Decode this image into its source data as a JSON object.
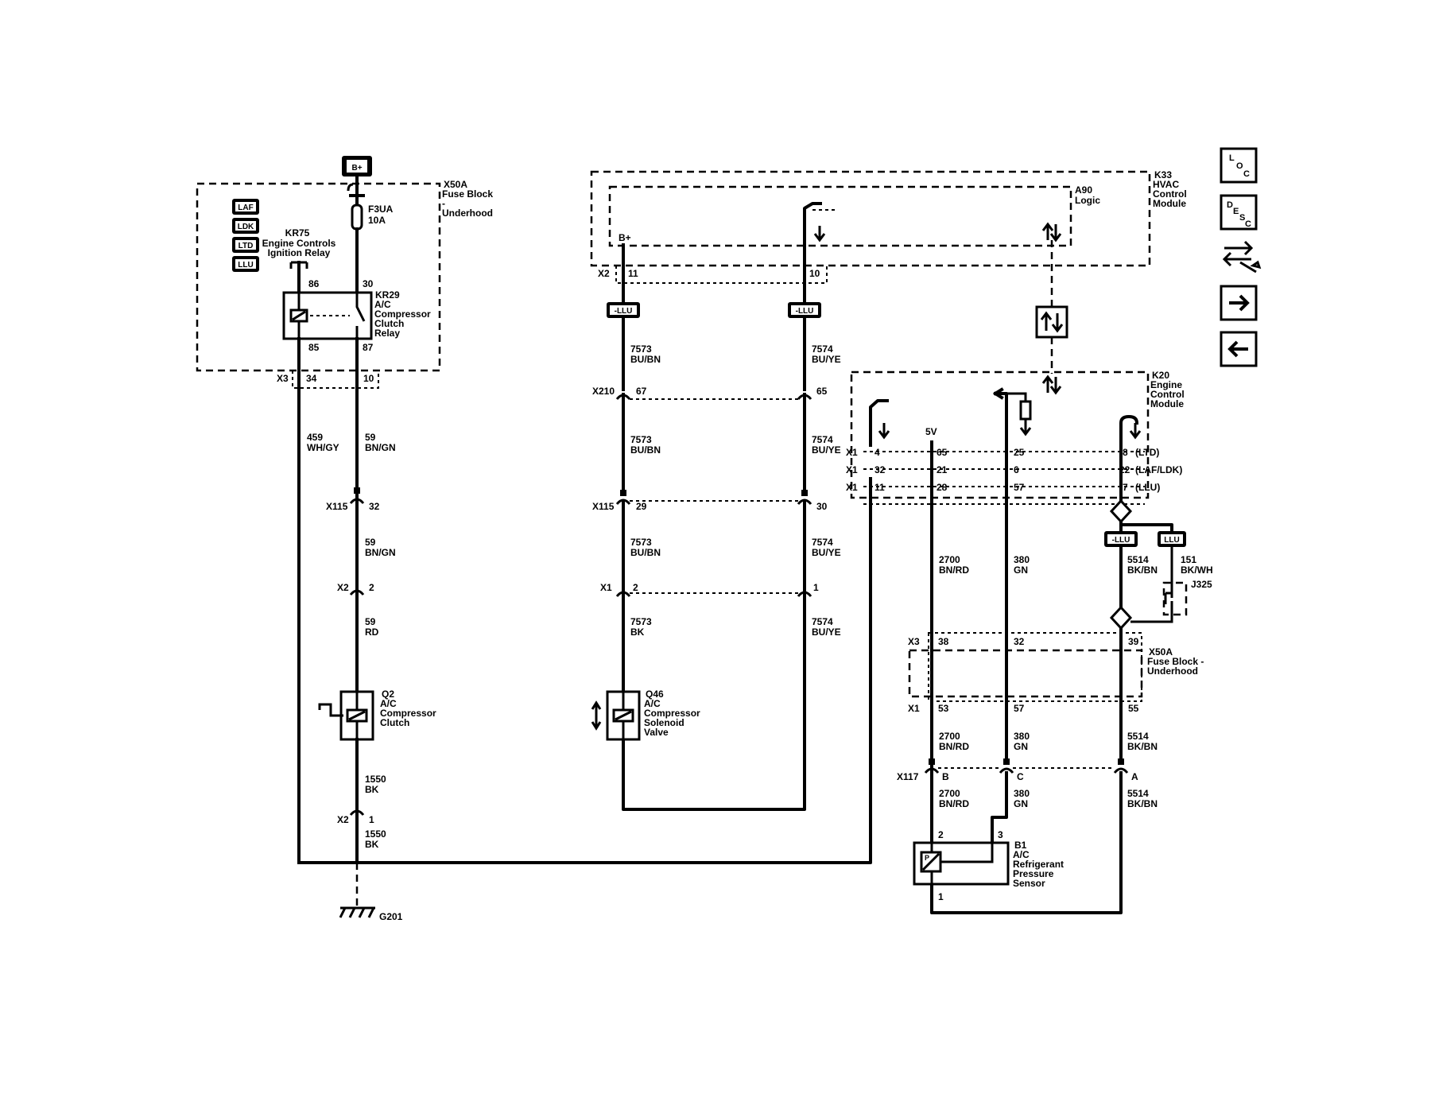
{
  "battery": "B+",
  "fuse_block_top": {
    "ref": "X50A",
    "name": "Fuse Block - Underhood"
  },
  "fuse_block_bottom": {
    "ref": "X50A",
    "name": "Fuse Block - Underhood"
  },
  "option_codes": [
    "LAF",
    "LDK",
    "LTD",
    "LLU"
  ],
  "fuse": {
    "ref": "F3UA",
    "rating": "10A"
  },
  "ignition_relay": {
    "ref": "KR75",
    "name": "Engine Controls Ignition Relay"
  },
  "clutch_relay": {
    "ref": "KR29",
    "name": "A/C Compressor Clutch Relay",
    "pins": {
      "p86": "86",
      "p30": "30",
      "p85": "85",
      "p87": "87"
    }
  },
  "hvac_module": {
    "ref": "K33",
    "name": "HVAC Control Module"
  },
  "logic_block": {
    "ref": "A90",
    "name": "Logic"
  },
  "hvac_bplus": "B+",
  "ecm": {
    "ref": "K20",
    "name": "Engine Control Module"
  },
  "ecm_5v": "5V",
  "clutch": {
    "ref": "Q2",
    "name": "A/C Compressor Clutch"
  },
  "solenoid": {
    "ref": "Q46",
    "name": "A/C Compressor Solenoid Valve"
  },
  "pressure_sensor": {
    "ref": "B1",
    "name": "A/C Refrigerant Pressure Sensor",
    "pins": {
      "p1": "1",
      "p2": "2",
      "p3": "3"
    }
  },
  "switch_j325": "J325",
  "ground": "G201",
  "option_tags": {
    "not_llu": "-LLU",
    "llu": "LLU"
  },
  "connectors": {
    "x3_top": {
      "name": "X3",
      "pins": [
        "34",
        "10"
      ]
    },
    "x2_hvac": {
      "name": "X2",
      "pins": [
        "11",
        "10"
      ]
    },
    "x210": {
      "name": "X210",
      "pins": [
        "67",
        "65"
      ]
    },
    "x115_left": {
      "name": "X115",
      "pin": "32"
    },
    "x115_mid": {
      "name": "X115",
      "pins": [
        "29",
        "30"
      ]
    },
    "x2_left": {
      "name": "X2",
      "pin": "2"
    },
    "x1_mid": {
      "name": "X1",
      "pins": [
        "2",
        "1"
      ]
    },
    "x2_gnd": {
      "name": "X2",
      "pin": "1"
    },
    "x3_bottom": {
      "name": "X3",
      "pins": [
        "38",
        "32",
        "39"
      ]
    },
    "x1_bottom": {
      "name": "X1",
      "pins": [
        "53",
        "57",
        "55"
      ]
    },
    "x117": {
      "name": "X117",
      "pins": [
        "B",
        "C",
        "A"
      ]
    }
  },
  "ecm_rows": [
    {
      "name": "X1",
      "pins": [
        "4",
        "65",
        "25",
        "8"
      ],
      "note": "(LTD)"
    },
    {
      "name": "X1",
      "pins": [
        "32",
        "21",
        "6",
        "22"
      ],
      "note": "(LAF/LDK)"
    },
    {
      "name": "X1",
      "pins": [
        "11",
        "28",
        "57",
        "7"
      ],
      "note": "(LLU)"
    }
  ],
  "wires": {
    "w459": {
      "num": "459",
      "color": "WH/GY"
    },
    "w59a": {
      "num": "59",
      "color": "BN/GN"
    },
    "w59b": {
      "num": "59",
      "color": "BN/GN"
    },
    "w59c": {
      "num": "59",
      "color": "RD"
    },
    "w1550a": {
      "num": "1550",
      "color": "BK"
    },
    "w1550b": {
      "num": "1550",
      "color": "BK"
    },
    "w7573a": {
      "num": "7573",
      "color": "BU/BN"
    },
    "w7573b": {
      "num": "7573",
      "color": "BU/BN"
    },
    "w7573c": {
      "num": "7573",
      "color": "BU/BN"
    },
    "w7573d": {
      "num": "7573",
      "color": "BK"
    },
    "w7574a": {
      "num": "7574",
      "color": "BU/YE"
    },
    "w7574b": {
      "num": "7574",
      "color": "BU/YE"
    },
    "w7574c": {
      "num": "7574",
      "color": "BU/YE"
    },
    "w7574d": {
      "num": "7574",
      "color": "BU/YE"
    },
    "w2700a": {
      "num": "2700",
      "color": "BN/RD"
    },
    "w2700b": {
      "num": "2700",
      "color": "BN/RD"
    },
    "w2700c": {
      "num": "2700",
      "color": "BN/RD"
    },
    "w380a": {
      "num": "380",
      "color": "GN"
    },
    "w380b": {
      "num": "380",
      "color": "GN"
    },
    "w380c": {
      "num": "380",
      "color": "GN"
    },
    "w5514a": {
      "num": "5514",
      "color": "BK/BN"
    },
    "w5514b": {
      "num": "5514",
      "color": "BK/BN"
    },
    "w5514c": {
      "num": "5514",
      "color": "BK/BN"
    },
    "w151": {
      "num": "151",
      "color": "BK/WH"
    }
  },
  "nav": {
    "loc": [
      "L",
      "O",
      "C"
    ],
    "desc": [
      "D",
      "E",
      "S",
      "C"
    ]
  }
}
